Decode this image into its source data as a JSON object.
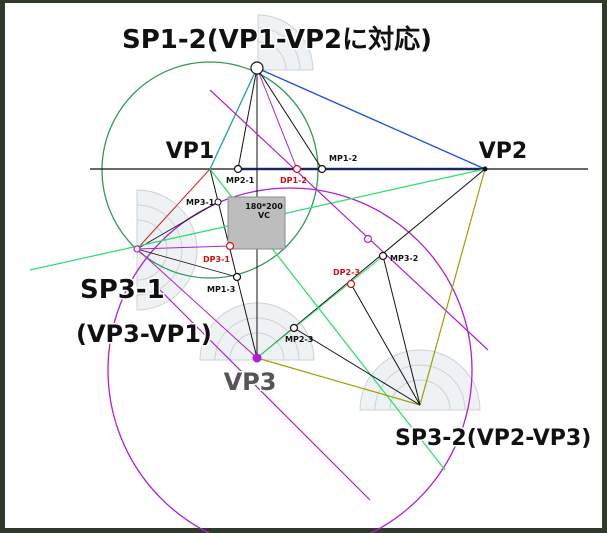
{
  "title": "SP1-2(VP1-VP2に対応)",
  "vanishing_points": {
    "vp1": "VP1",
    "vp2": "VP2",
    "vp3": "VP3"
  },
  "station_points": {
    "sp3_1_line1": "SP3-1",
    "sp3_1_line2": "(VP3-VP1)",
    "sp3_2": "SP3-2(VP2-VP3)"
  },
  "measure_points": {
    "mp1_2": "MP1-2",
    "mp2_1": "MP2-1",
    "mp3_1": "MP3-1",
    "mp1_3": "MP1-3",
    "mp3_2": "MP3-2",
    "mp2_3": "MP2-3"
  },
  "diagonal_points": {
    "dp1_2": "DP1-2",
    "dp3_1": "DP3-1",
    "dp2_3": "DP2-3"
  },
  "cube_box": {
    "line1": "180*200",
    "line2": "VC"
  },
  "colors": {
    "background": "#2f3a2a",
    "canvas": "#ffffff",
    "horizon": "#111111",
    "green_circle": "#2e9a5a",
    "magenta": "#b020d0",
    "blue": "#1f4fe0",
    "teal": "#20a0a0",
    "olive": "#a0a000",
    "bright_green": "#30e070",
    "red": "#e02020",
    "box": "#bdbdbd"
  }
}
